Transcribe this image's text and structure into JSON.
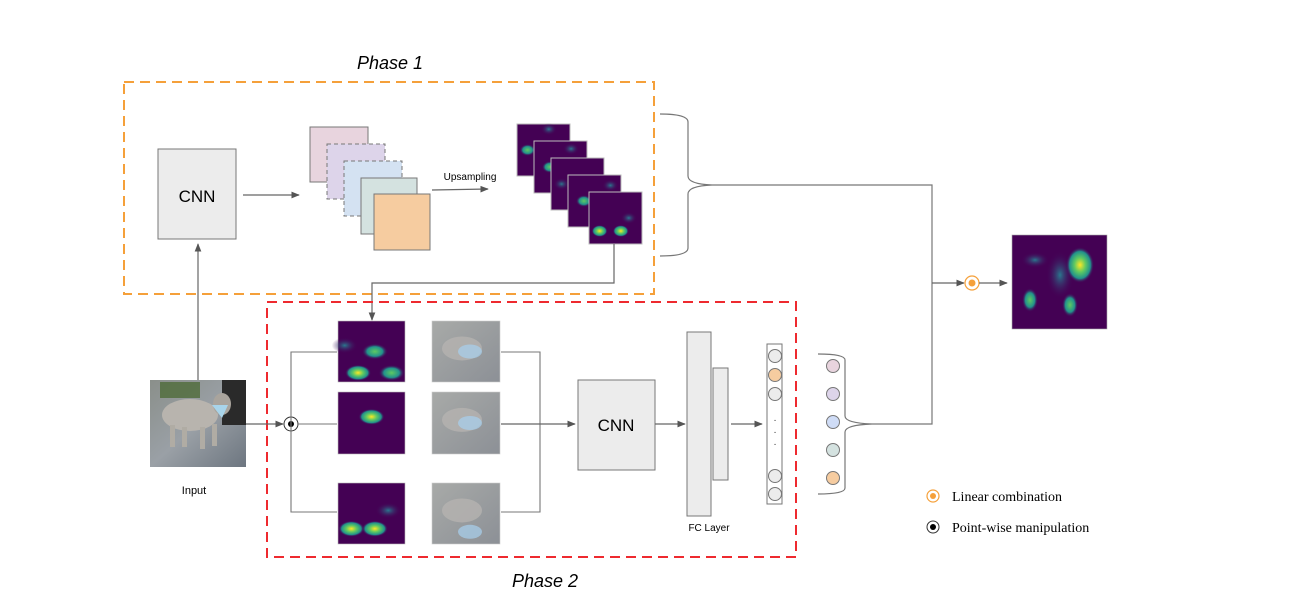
{
  "phase1": {
    "title": "Phase 1",
    "cnn_label": "CNN",
    "upsampling_label": "Upsampling",
    "border_color": "#f5a03a"
  },
  "phase2": {
    "title": "Phase 2",
    "cnn_label": "CNN",
    "fc_label": "FC Layer",
    "border_color": "#ee2a2f"
  },
  "input": {
    "label": "Input"
  },
  "feature_map_colors": [
    "#e8d4de",
    "#ddd4ea",
    "#d4e2f2",
    "#d4e2e0",
    "#f6cca0"
  ],
  "weight_circle_colors": [
    "#e8d4de",
    "#ddd4ea",
    "#cfdcf6",
    "#d4e2e0",
    "#f6cca0"
  ],
  "output_vector_colors": [
    "#ececec",
    "#f6cca0",
    "#ececec",
    "#ececec",
    "#ececec"
  ],
  "legend": {
    "items": [
      {
        "icon": "linear-combination-icon",
        "label": "Linear combination",
        "color": "#f5a03a"
      },
      {
        "icon": "point-wise-manipulation-icon",
        "label": "Point-wise manipulation",
        "color": "#000000"
      }
    ]
  }
}
